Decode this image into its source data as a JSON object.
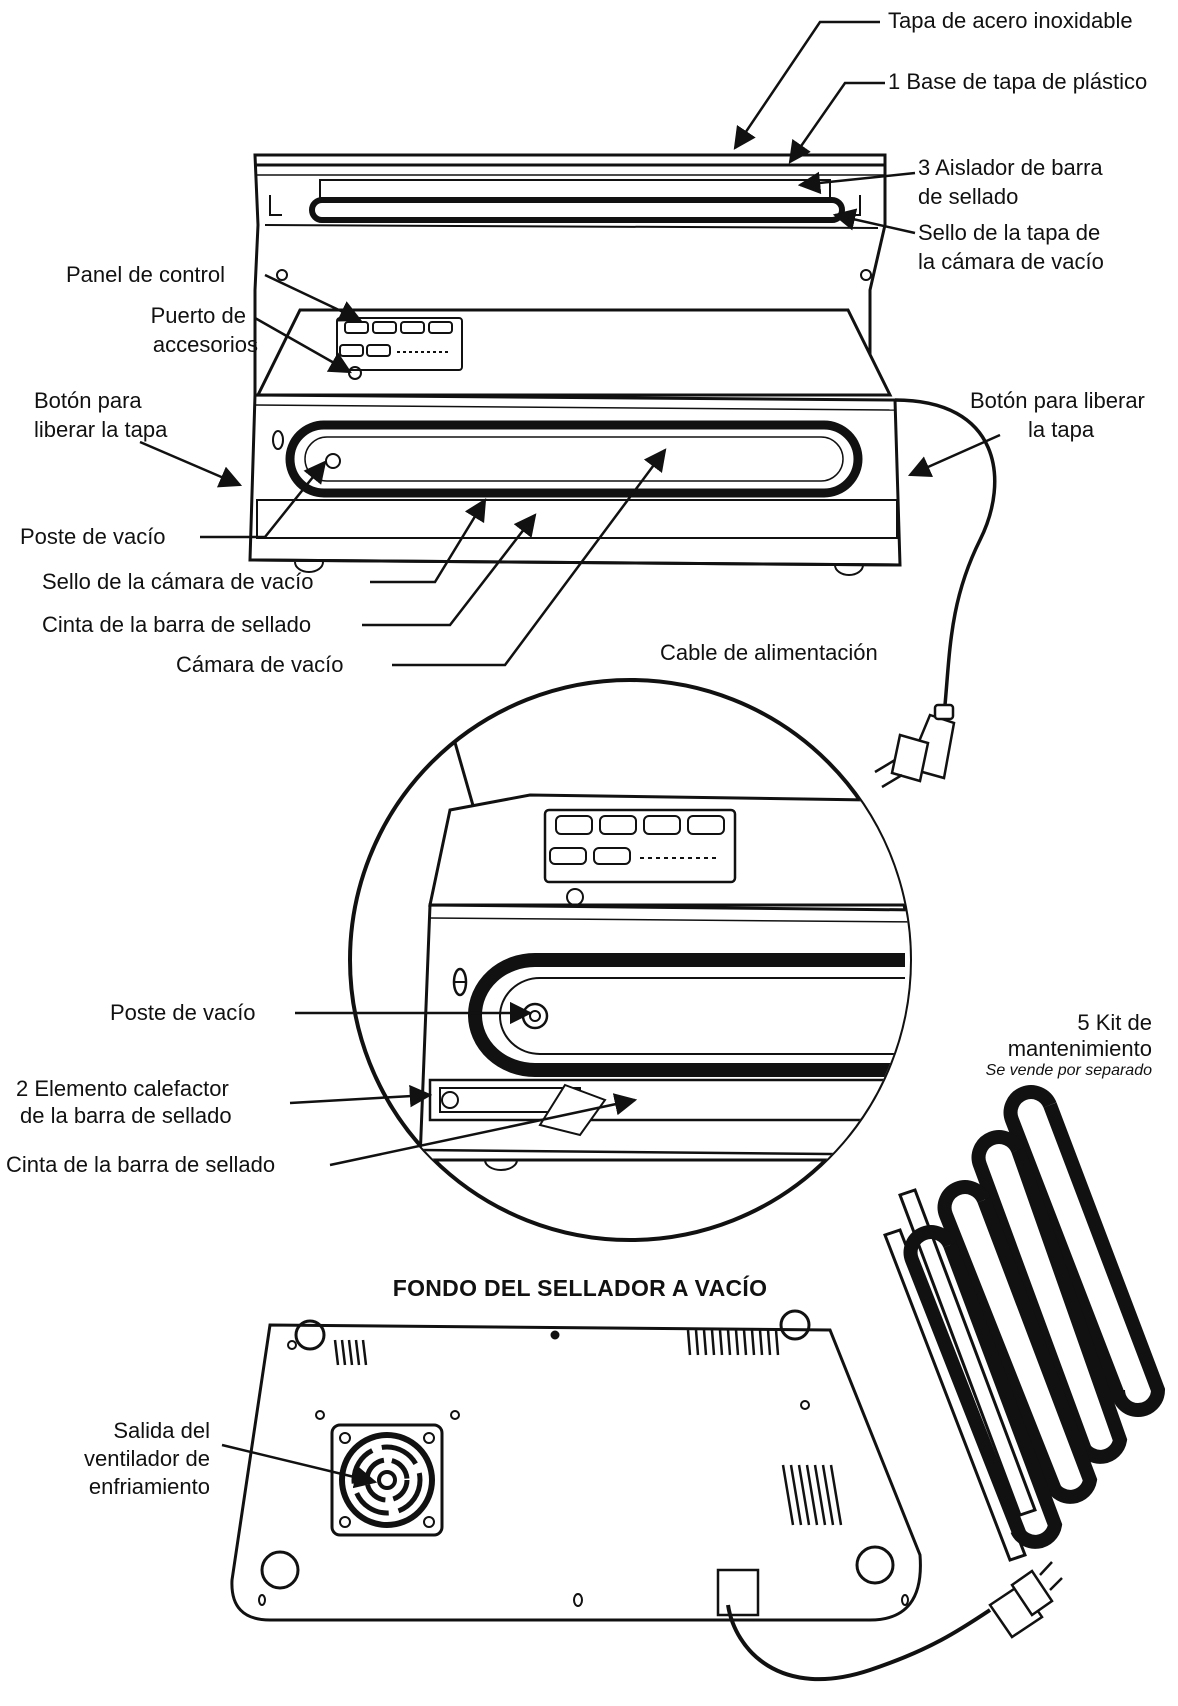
{
  "labels": {
    "stainless_lid": "Tapa de acero inoxidable",
    "plastic_lid_base": "1 Base de tapa de plástico",
    "seal_bar_insulator_1": "3 Aislador de barra",
    "seal_bar_insulator_2": "de sellado",
    "lid_chamber_seal_1": "Sello de la tapa de",
    "lid_chamber_seal_2": "la cámara de vacío",
    "control_panel": "Panel de control",
    "accessory_port_1": "Puerto de",
    "accessory_port_2": "accesorios",
    "lid_release_left_1": "Botón para",
    "lid_release_left_2": "liberar la tapa",
    "lid_release_right_1": "Botón para liberar",
    "lid_release_right_2": "la tapa",
    "vacuum_post": "Poste de vacío",
    "chamber_seal": "Sello de la cámara de vacío",
    "seal_bar_tape": "Cinta de la barra de sellado",
    "vacuum_chamber": "Cámara de vacío",
    "power_cord": "Cable de alimentación",
    "zoom_vacuum_post": "Poste de vacío",
    "heating_element_1": "2 Elemento calefactor",
    "heating_element_2": "de la barra de sellado",
    "zoom_seal_bar_tape": "Cinta de la barra de sellado",
    "maintenance_kit_1": "5 Kit de",
    "maintenance_kit_2": "mantenimiento",
    "sold_separately": "Se vende por separado",
    "fan_outlet_1": "Salida del",
    "fan_outlet_2": "ventilador de",
    "fan_outlet_3": "enfriamiento"
  },
  "bottom_title": "FONDO DEL SELLADOR A VACÍO",
  "colors": {
    "line": "#111111",
    "background": "#ffffff"
  },
  "icons": [
    "fan-grille-icon",
    "power-plug-icon",
    "vent-slots-icon"
  ]
}
